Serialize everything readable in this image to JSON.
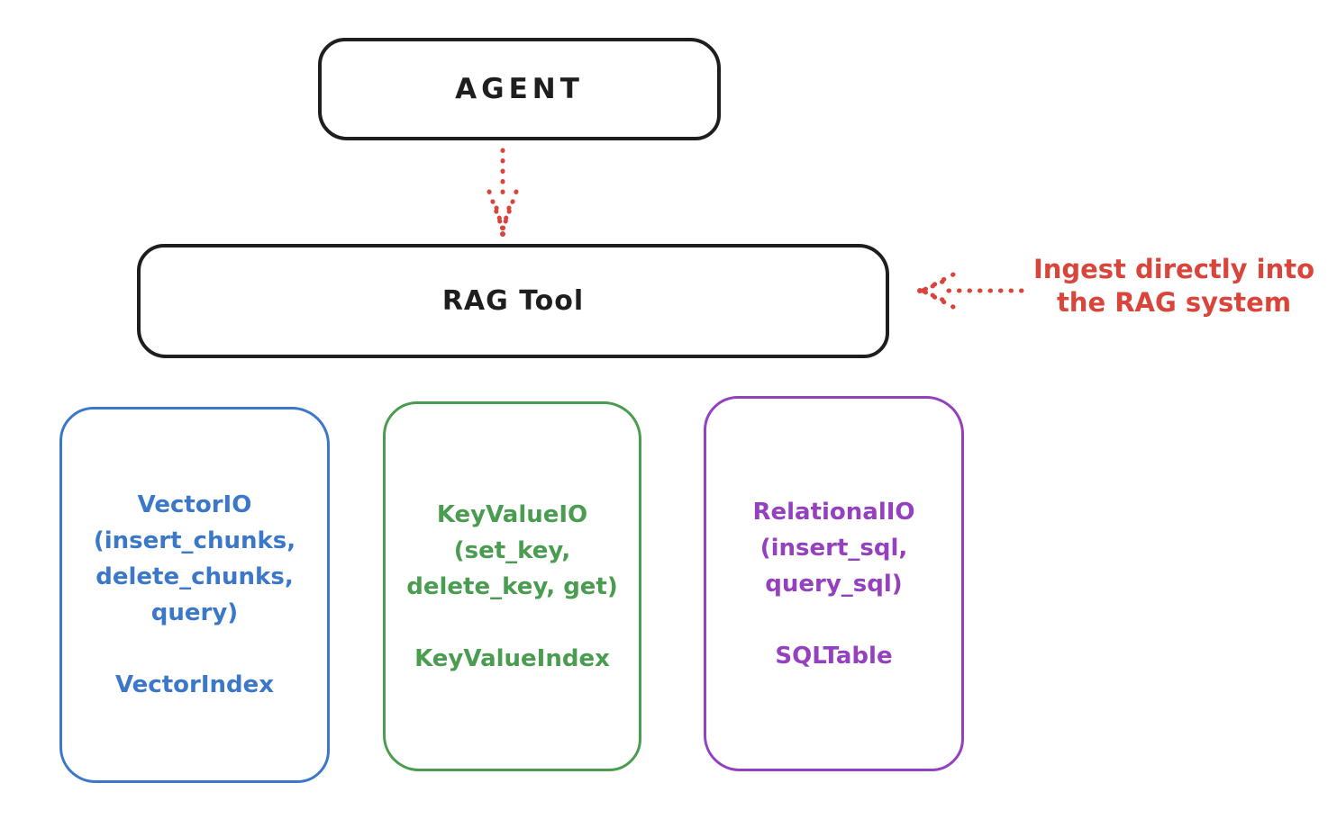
{
  "agent_box": {
    "label": "AGENT"
  },
  "rag_tool_box": {
    "label": "RAG Tool"
  },
  "annotation": {
    "text": "Ingest directly into\nthe RAG system",
    "color": "#d9443b"
  },
  "backends": [
    {
      "header": "VectorIO\n(insert_chunks,\ndelete_chunks,\nquery)",
      "index_label": "VectorIndex",
      "color": "#3b78c9"
    },
    {
      "header": "KeyValueIO\n(set_key,\ndelete_key, get)",
      "index_label": "KeyValueIndex",
      "color": "#4a9d50"
    },
    {
      "header": "RelationalIO\n(insert_sql,\nquery_sql)",
      "index_label": "SQLTable",
      "color": "#9440bf"
    }
  ],
  "colors": {
    "stroke_black": "#1e1e1e",
    "accent_red": "#d9443b",
    "backend_blue": "#3b78c9",
    "backend_green": "#4a9d50",
    "backend_purple": "#9440bf",
    "background": "#ffffff"
  }
}
